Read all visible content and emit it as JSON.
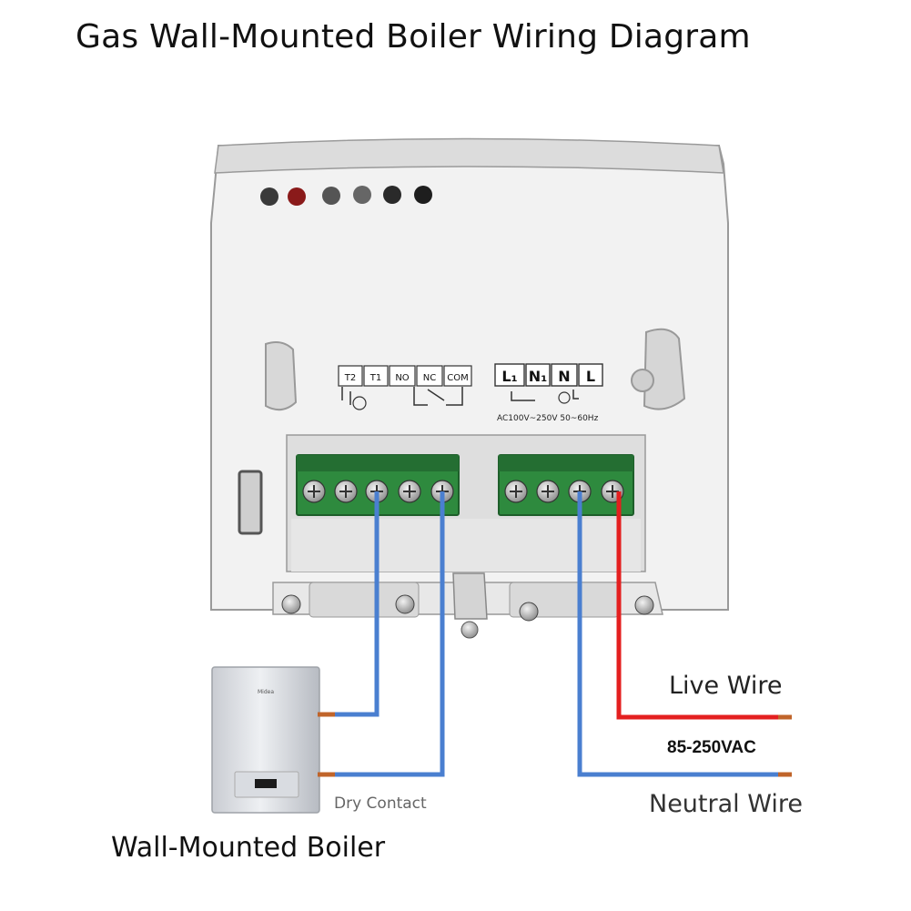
{
  "title": "Gas Wall-Mounted Boiler Wiring Diagram",
  "thermostat": {
    "relay_terminals": [
      "T2",
      "T1",
      "NO",
      "NC",
      "COM"
    ],
    "power_terminals": [
      "L₁",
      "N₁",
      "N",
      "L"
    ],
    "power_rating": "AC100V~250V 50~60Hz",
    "indicator_colors": [
      "#3a3a3a",
      "#8a1a1a",
      "#555555",
      "#666666",
      "#2a2a2a",
      "#1e1e1e"
    ],
    "terminal_block_color": "#2e8a3e"
  },
  "boiler": {
    "brand": "Midea",
    "label": "Wall-Mounted Boiler"
  },
  "labels": {
    "dry_contact": "Dry Contact",
    "live_wire": "Live Wire",
    "voltage": "85-250VAC",
    "neutral_wire": "Neutral Wire"
  },
  "wire_colors": {
    "signal": "#4a7fd0",
    "live": "#e41f1f",
    "neutral": "#4a7fd0",
    "copper": "#c0642a"
  }
}
